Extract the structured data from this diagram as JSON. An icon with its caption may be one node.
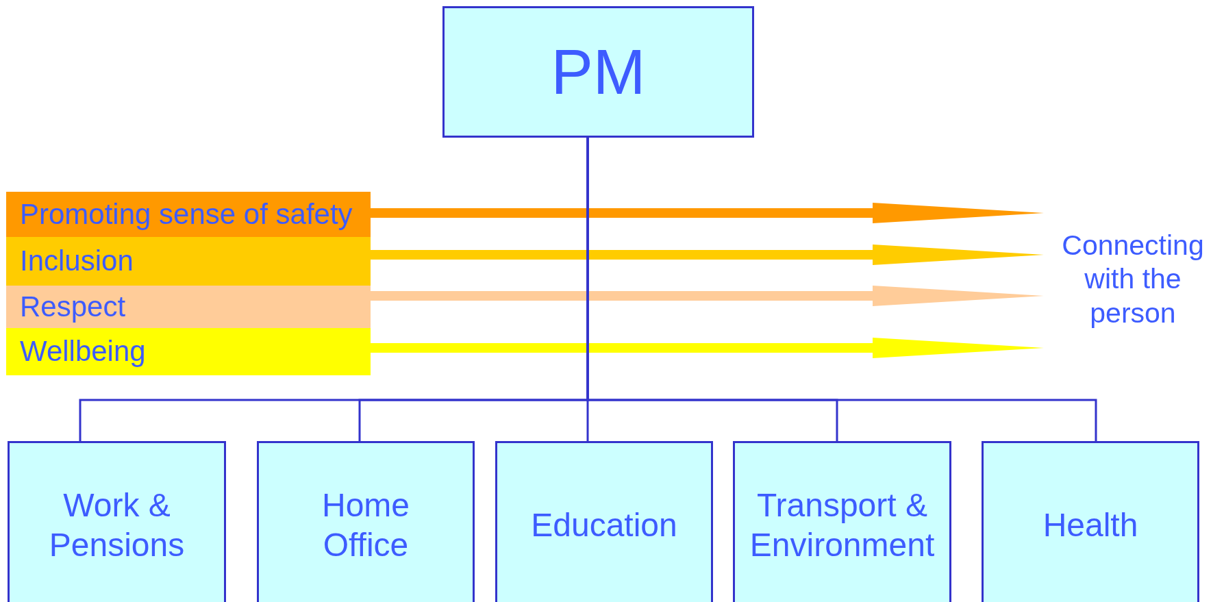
{
  "diagram": {
    "nodes": [
      {
        "text": [
          "PM"
        ]
      },
      {
        "text": [
          "Promoting sense of safety"
        ]
      },
      {
        "text": [
          "Inclusion"
        ]
      },
      {
        "text": [
          "Respect"
        ]
      },
      {
        "text": [
          "Wellbeing"
        ]
      },
      {
        "text": [
          "Connecting with the person"
        ]
      },
      {
        "text": [
          "Work & Pensions"
        ]
      },
      {
        "text": [
          "Home Office"
        ]
      },
      {
        "text": [
          "Education"
        ]
      },
      {
        "text": [
          "Transport & Environment"
        ]
      },
      {
        "text": [
          "Health"
        ]
      }
    ],
    "edges": [
      {
        "from": 1,
        "to": 5,
        "arrow": "to",
        "style": "thick",
        "color": "#ff9900"
      },
      {
        "from": 2,
        "to": 5,
        "arrow": "to",
        "style": "thick",
        "color": "#ffcc00"
      },
      {
        "from": 3,
        "to": 5,
        "arrow": "to",
        "style": "thick",
        "color": "#ffcc99"
      },
      {
        "from": 4,
        "to": 5,
        "arrow": "to",
        "style": "thick",
        "color": "#ffff00"
      },
      {
        "from": 0,
        "to": 6,
        "arrow": "none"
      },
      {
        "from": 0,
        "to": 7,
        "arrow": "none"
      },
      {
        "from": 0,
        "to": 8,
        "arrow": "none"
      },
      {
        "from": 0,
        "to": 9,
        "arrow": "none"
      },
      {
        "from": 0,
        "to": 10,
        "arrow": "none"
      }
    ]
  }
}
